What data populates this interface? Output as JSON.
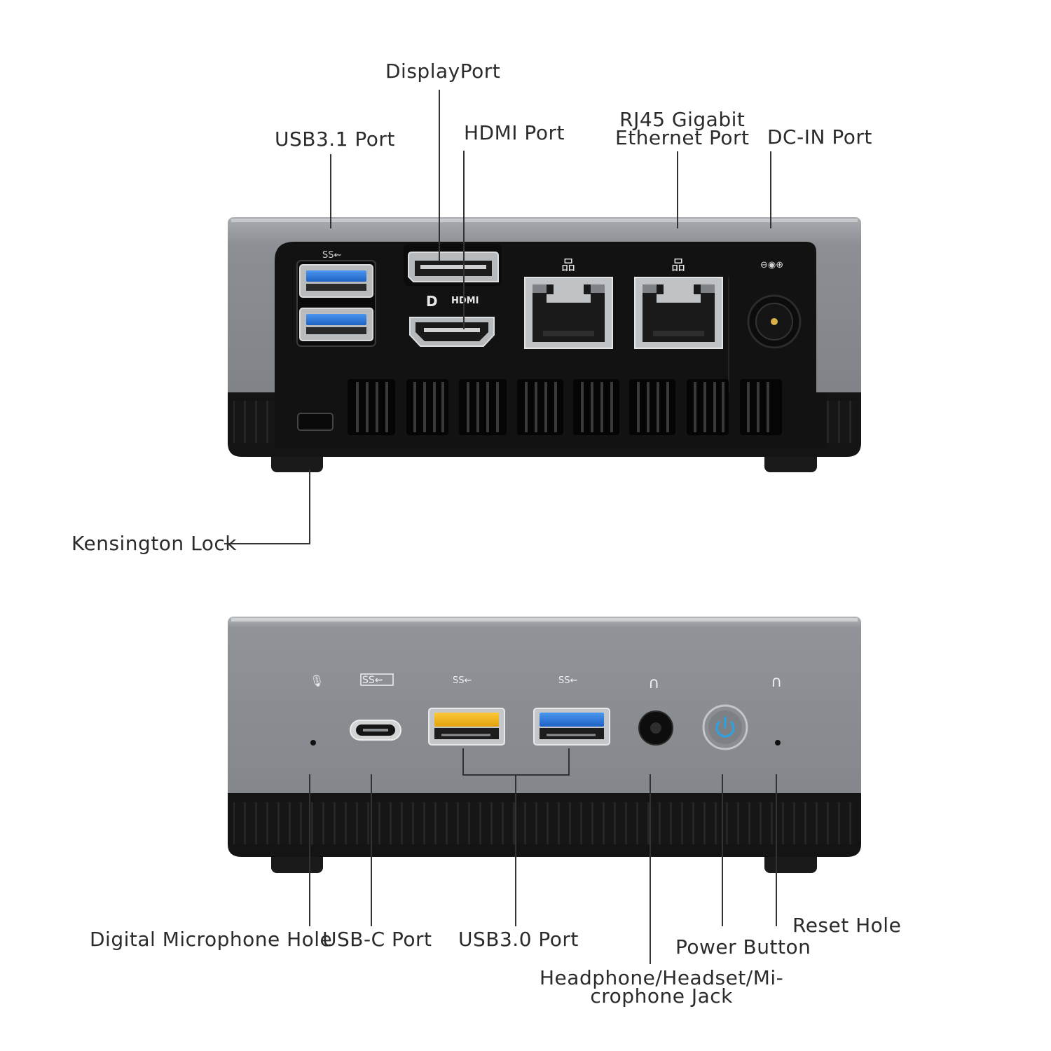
{
  "rear_panel": {
    "labels": {
      "displayport": "DisplayPort",
      "usb31": "USB3.1 Port",
      "hdmi": "HDMI Port",
      "rj45_line1": "RJ45 Gigabit",
      "rj45_line2": "Ethernet Port",
      "dc_in": "DC-IN Port",
      "kensington": "Kensington Lock"
    },
    "port_glyphs": {
      "usb_ss": "SS⇜",
      "dp_logo": "D",
      "hdmi_logo": "HDMI",
      "dc_symbol": "⊖◉⊕"
    }
  },
  "front_panel": {
    "labels": {
      "microphone_hole": "Digital Microphone Hole",
      "usb_c": "USB-C Port",
      "usb30": "USB3.0 Port",
      "audio_jack_line1": "Headphone/Headset/Mi-",
      "audio_jack_line2": "crophone Jack",
      "power_button": "Power Button",
      "reset_hole": "Reset Hole"
    },
    "port_glyphs": {
      "usb_ss": "SS⇜",
      "usbc_ss": "SS⇜"
    }
  },
  "colors": {
    "chassis_gray": "#8e9296",
    "chassis_dark": "#1c1c1c",
    "panel_black": "#151515",
    "usb3_blue": "#2f7fe0",
    "usb_charge_yellow": "#f2b51a",
    "power_led_blue": "#29a3e8",
    "label_text": "#2b2b2b",
    "leader_line": "#333333"
  }
}
